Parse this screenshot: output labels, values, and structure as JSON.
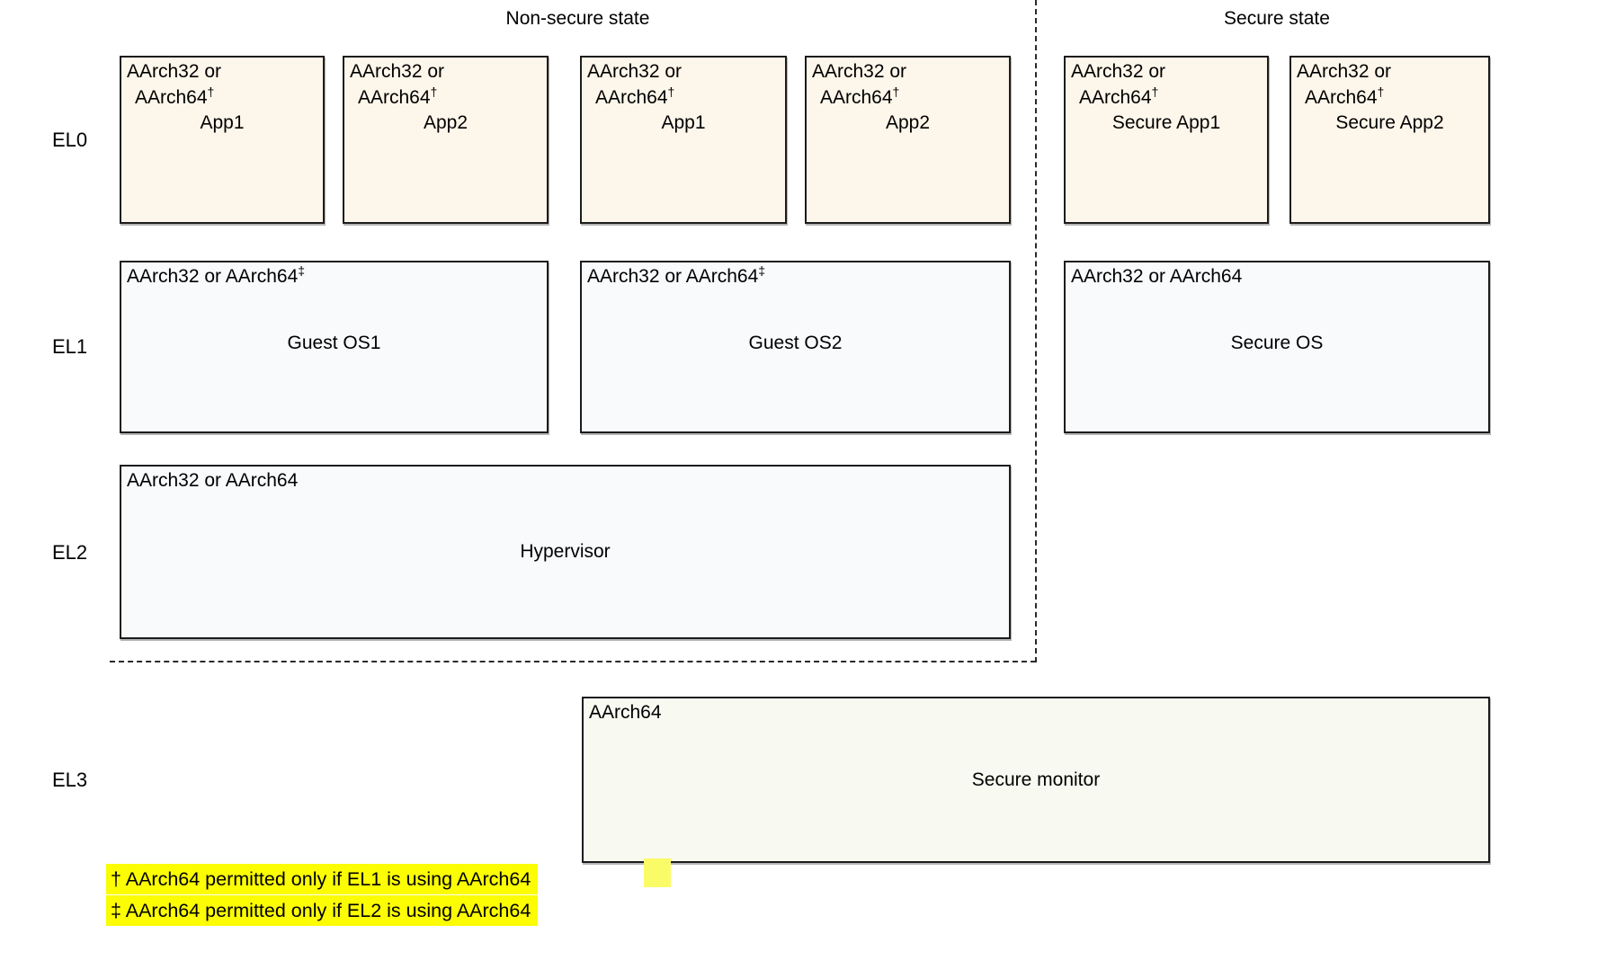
{
  "titles": {
    "non_secure": "Non-secure state",
    "secure": "Secure state"
  },
  "levels": {
    "el0": "EL0",
    "el1": "EL1",
    "el2": "EL2",
    "el3": "EL3"
  },
  "boxes": {
    "el0_ns_app1": {
      "header_line1": "AArch32 or",
      "header_line2": "AArch64",
      "header_sup": "†",
      "title": "App1"
    },
    "el0_ns_app2": {
      "header_line1": "AArch32 or",
      "header_line2": "AArch64",
      "header_sup": "†",
      "title": "App2"
    },
    "el0_ns_app1b": {
      "header_line1": "AArch32 or",
      "header_line2": "AArch64",
      "header_sup": "†",
      "title": "App1"
    },
    "el0_ns_app2b": {
      "header_line1": "AArch32 or",
      "header_line2": "AArch64",
      "header_sup": "†",
      "title": "App2"
    },
    "el0_s_app1": {
      "header_line1": "AArch32 or",
      "header_line2": "AArch64",
      "header_sup": "†",
      "title": "Secure App1"
    },
    "el0_s_app2": {
      "header_line1": "AArch32 or",
      "header_line2": "AArch64",
      "header_sup": "†",
      "title": "Secure App2"
    },
    "el1_guest_os1": {
      "header": "AArch32 or AArch64",
      "header_sup": "‡",
      "title": "Guest OS1"
    },
    "el1_guest_os2": {
      "header": "AArch32 or AArch64",
      "header_sup": "‡",
      "title": "Guest OS2"
    },
    "el1_secure_os": {
      "header": "AArch32 or AArch64",
      "header_sup": "",
      "title": "Secure OS"
    },
    "el2_hypervisor": {
      "header": "AArch32 or AArch64",
      "header_sup": "",
      "title": "Hypervisor"
    },
    "el3_secure_monitor": {
      "header": "AArch64",
      "header_sup": "",
      "title": "Secure monitor"
    }
  },
  "footnotes": {
    "line1": "† AArch64 permitted only if EL1 is using AArch64",
    "line2": "‡ AArch64 permitted only if EL2 is using AArch64"
  },
  "colors": {
    "el0_box_fill": "#fdf6ea",
    "el1_el2_box_fill": "#f8fafc",
    "el3_box_fill": "#f8f9f1",
    "box_border": "#1c1c1c",
    "dashed_line": "#2a2a2a",
    "footnote_highlight": "#fcfc03",
    "artifact_highlight": "#fbfb67",
    "text": "#000000"
  }
}
